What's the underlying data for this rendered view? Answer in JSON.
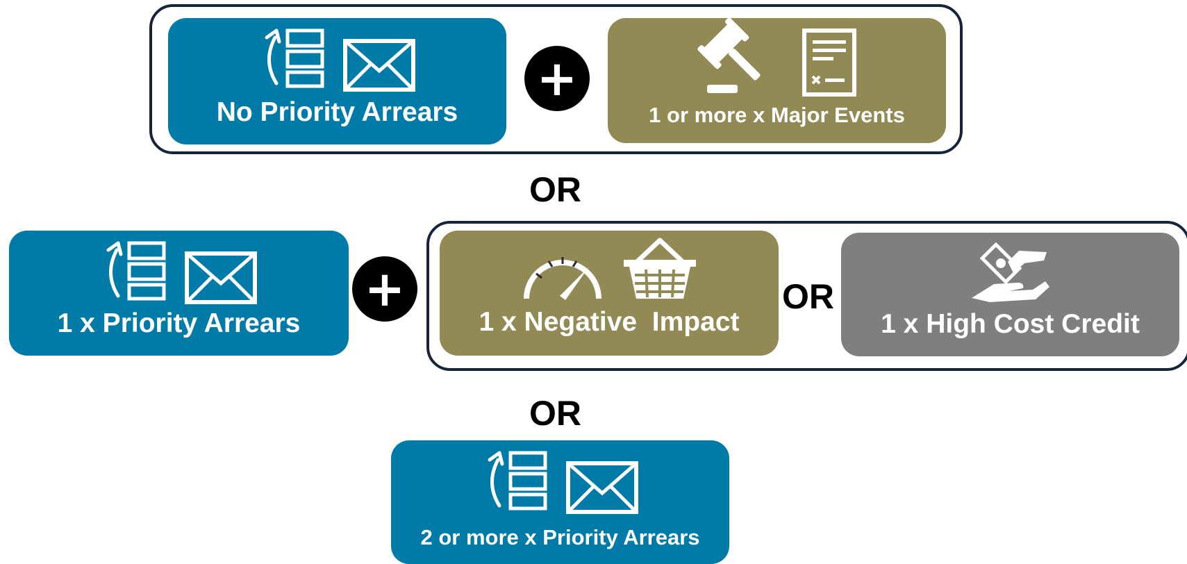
{
  "colors": {
    "arrears_blue": "#007ba7",
    "event_olive": "#928a55",
    "credit_grey": "#7f7f7f",
    "frame_navy": "#14243a",
    "plus_black": "#000000"
  },
  "row1": {
    "left_label": "No Priority Arrears",
    "left_icons": [
      "priority-arrears-icon",
      "envelope-icon"
    ],
    "plus": "+",
    "right_label": "1 or more x Major Events",
    "right_icons": [
      "gavel-icon",
      "document-icon"
    ]
  },
  "or_1": "OR",
  "row2": {
    "left_label": "1 x Priority Arrears",
    "left_icons": [
      "priority-arrears-icon",
      "envelope-icon"
    ],
    "plus": "+",
    "middle_label": "1 x Negative  Impact",
    "middle_icons": [
      "speedometer-icon",
      "basket-icon"
    ],
    "inner_or": "OR",
    "right_label": "1 x High Cost Credit",
    "right_icons": [
      "money-in-hand-icon"
    ]
  },
  "or_2": "OR",
  "row3": {
    "label": "2 or more x Priority Arrears",
    "icons": [
      "priority-arrears-icon",
      "envelope-icon"
    ]
  }
}
